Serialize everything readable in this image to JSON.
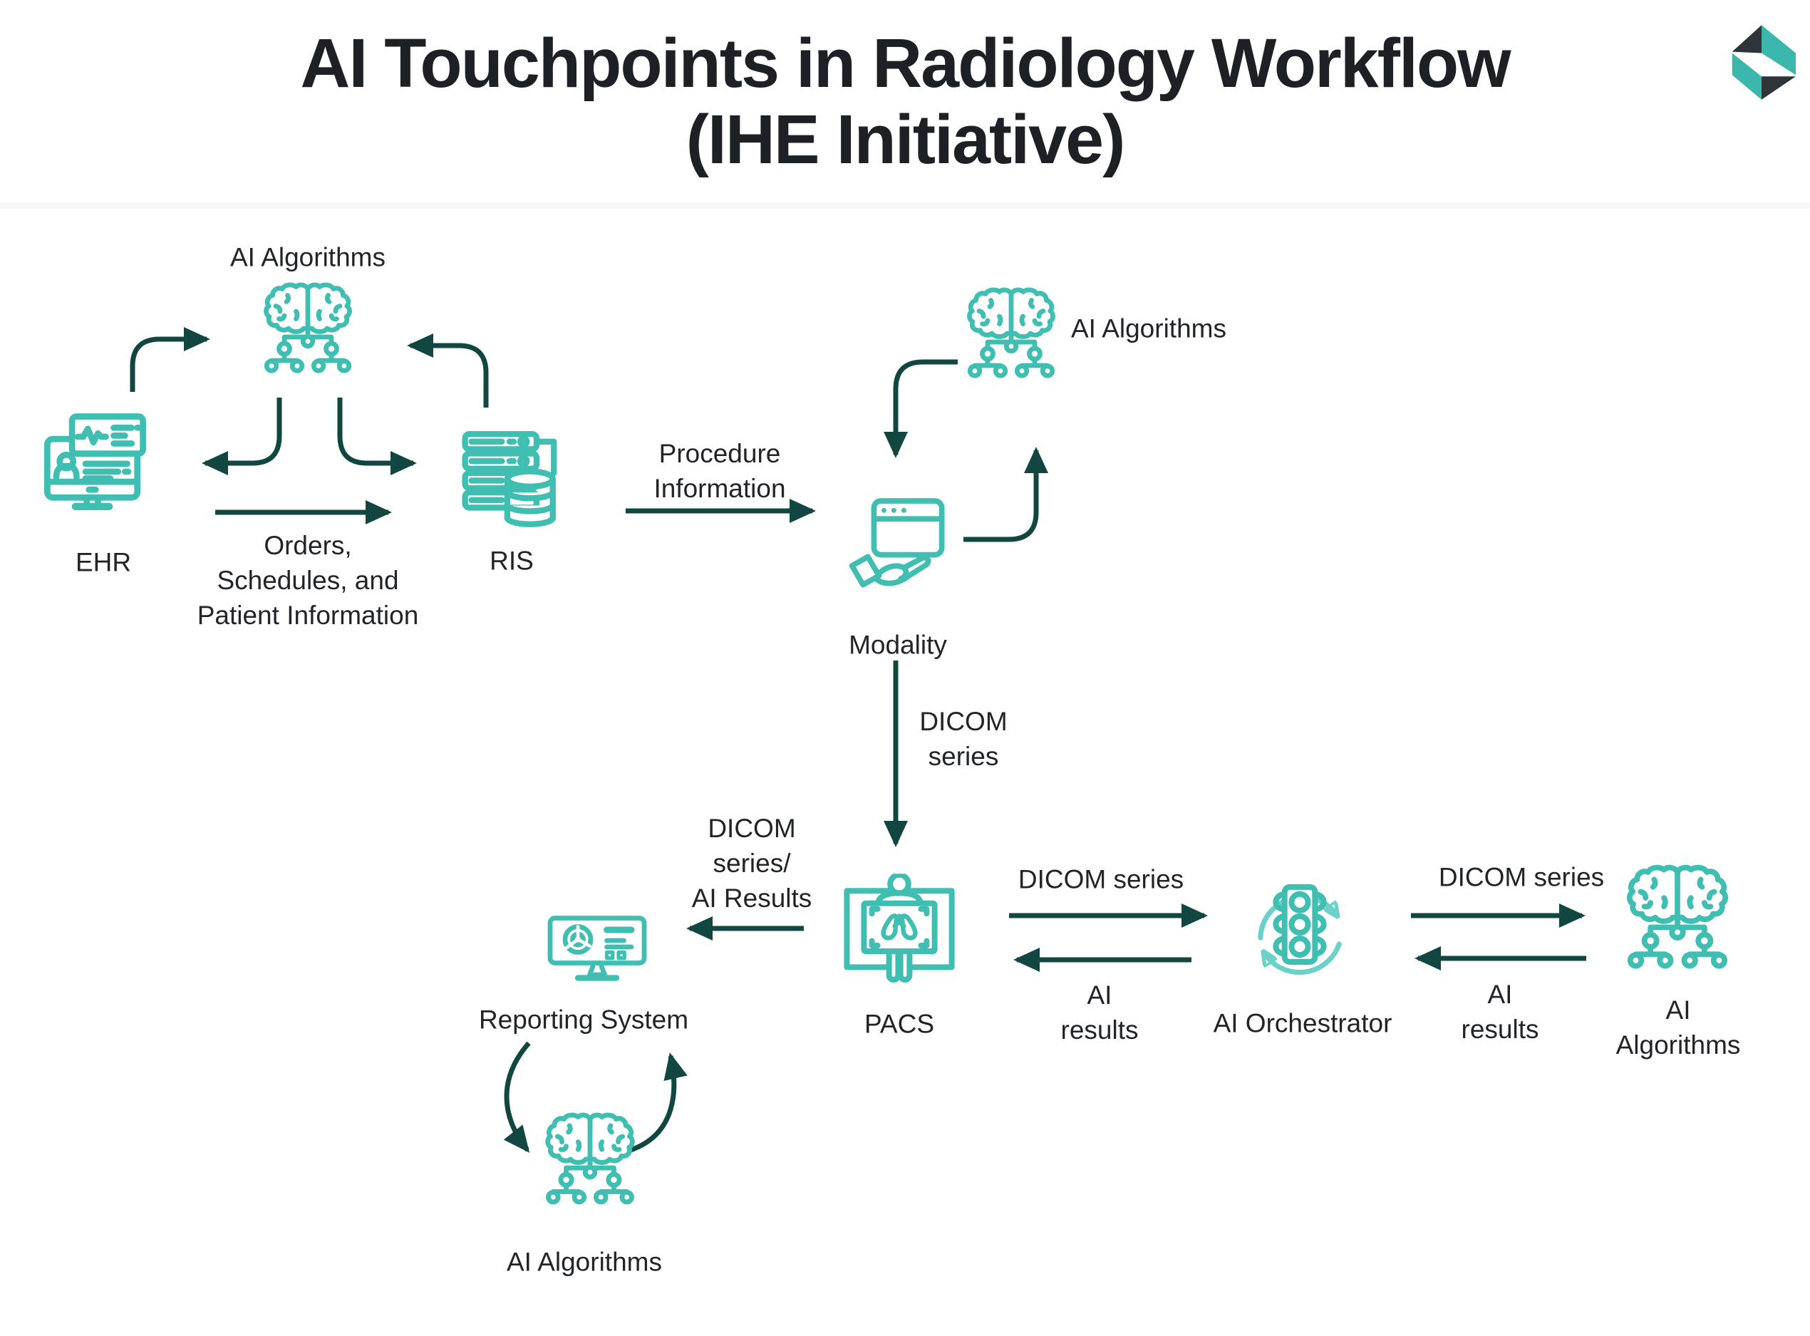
{
  "header": {
    "title_line1": "AI Touchpoints in Radiology Workflow",
    "title_line2": "(IHE Initiative)"
  },
  "logo": {
    "teal": "#3bb8ab",
    "dark": "#2f3439",
    "white": "#ffffff"
  },
  "colors": {
    "icon_teal": "#41beb2",
    "icon_teal_light": "#6cd1c8",
    "arrow_dark": "#124741",
    "text": "#212529",
    "background": "#ffffff",
    "divider": "#f7f7f7"
  },
  "nodes": {
    "ai_top": {
      "label": "AI Algorithms"
    },
    "ehr": {
      "label": "EHR"
    },
    "ris": {
      "label": "RIS"
    },
    "ai_modality": {
      "label": "AI Algorithms"
    },
    "modality": {
      "label": "Modality"
    },
    "reporting": {
      "label": "Reporting System"
    },
    "pacs": {
      "label": "PACS"
    },
    "orchestrator": {
      "label": "AI Orchestrator"
    },
    "ai_right": {
      "label": "AI Algorithms"
    },
    "ai_bottom": {
      "label": "AI Algorithms"
    }
  },
  "flows": {
    "orders": "Orders,\nSchedules, and\nPatient Information",
    "procedure": "Procedure\nInformation",
    "dicom_series_vertical": "DICOM\nseries",
    "dicom_ai_results": "DICOM\nseries/\nAI Results",
    "dicom_series_left": "DICOM series",
    "ai_results_left": "AI\nresults",
    "dicom_series_right": "DICOM series",
    "ai_results_right": "AI\nresults"
  }
}
